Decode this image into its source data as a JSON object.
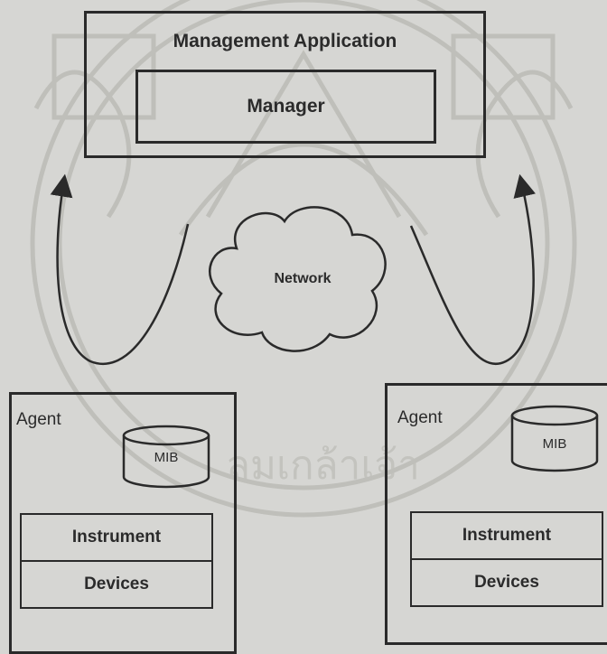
{
  "manager_block": {
    "title": "Management Application",
    "inner": "Manager"
  },
  "network": {
    "label": "Network"
  },
  "agents": [
    {
      "title": "Agent",
      "db": "MIB",
      "layers": [
        "Instrument",
        "Devices"
      ]
    },
    {
      "title": "Agent",
      "db": "MIB",
      "layers": [
        "Instrument",
        "Devices"
      ]
    }
  ],
  "colors": {
    "background": "#d6d6d3",
    "line": "#2a2a2a",
    "watermark": "#bdbdb8"
  },
  "watermark": {
    "kind": "institutional seal with Thai lettering"
  }
}
